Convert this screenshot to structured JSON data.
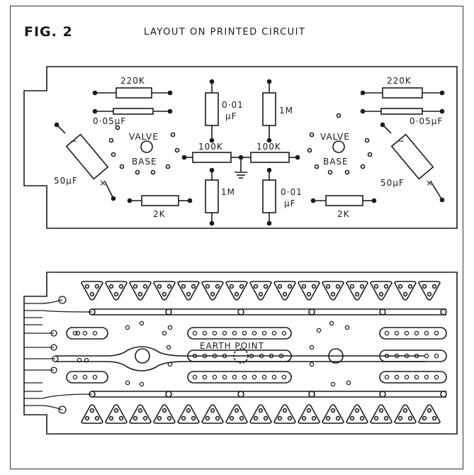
{
  "figure": {
    "label": "FIG. 2",
    "title": "LAYOUT ON PRINTED CIRCUIT"
  },
  "component_layout": {
    "labels": {
      "r_220k_left": "220K",
      "r_220k_right": "220K",
      "c_005_left": "0·05μF",
      "c_005_right": "0·05μF",
      "c_001_top": "0·01",
      "c_001_top_unit": "μF",
      "c_001_bottom": "0·01",
      "c_001_bottom_unit": "μF",
      "r_1m_top": "1M",
      "r_1m_bottom": "1M",
      "r_100k_left": "100K",
      "r_100k_right": "100K",
      "valve_left_1": "VALVE",
      "valve_left_2": "BASE",
      "valve_right_1": "VALVE",
      "valve_right_2": "BASE",
      "c_50_left": "50μF",
      "c_50_right": "50μF",
      "r_2k_left": "2K",
      "r_2k_right": "2K",
      "polarity_minus": "−",
      "polarity_plus": "×"
    }
  },
  "circuit_board": {
    "labels": {
      "earth_point": "EARTH POINT"
    }
  }
}
